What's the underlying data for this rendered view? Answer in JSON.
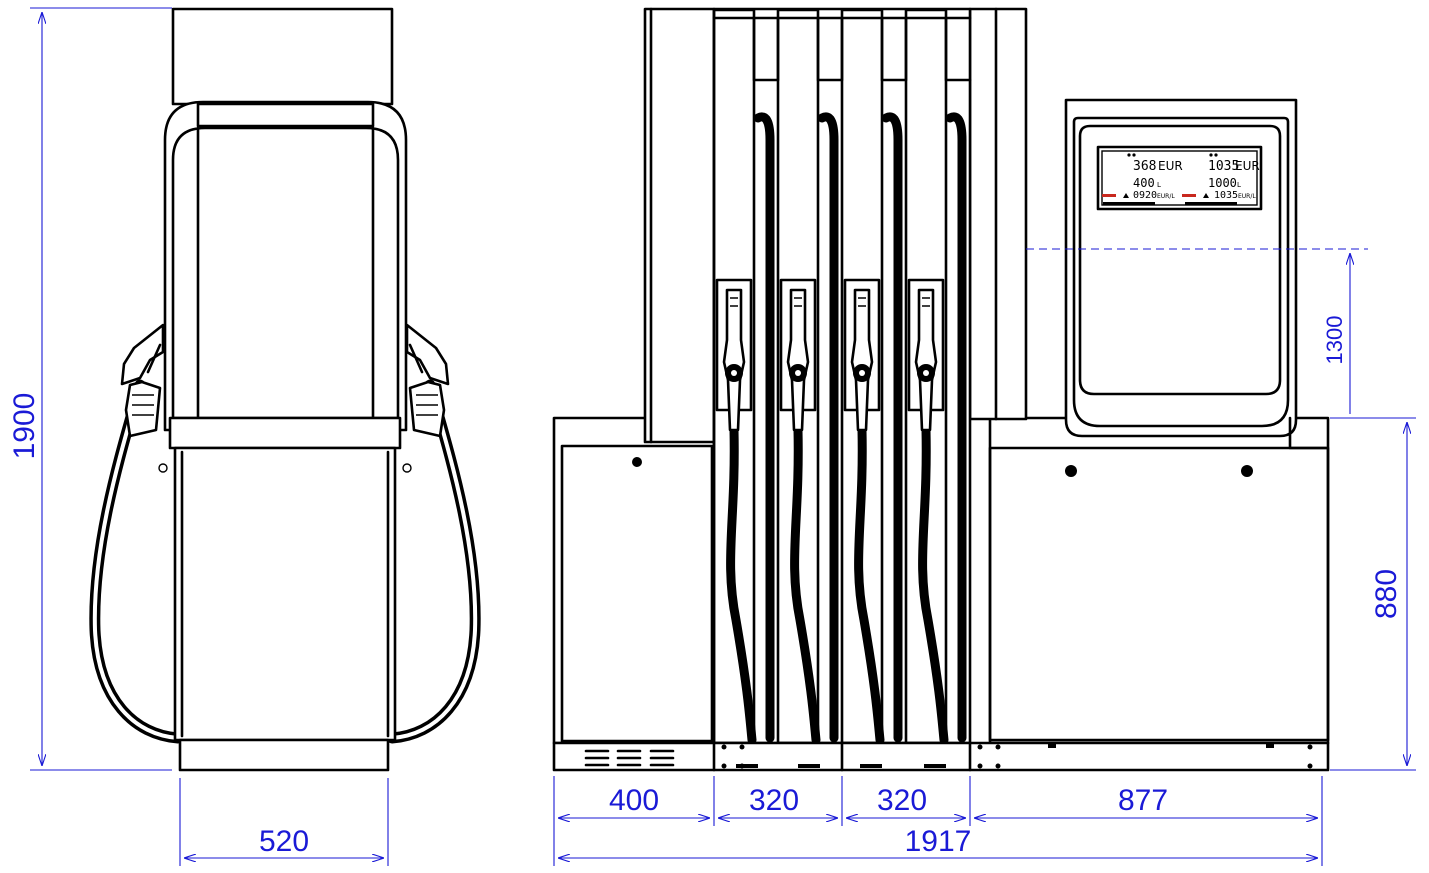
{
  "dimensions": {
    "height_total": "1900",
    "width_side": "520",
    "seg_1": "400",
    "seg_2": "320",
    "seg_3": "320",
    "seg_4": "877",
    "total_width": "1917",
    "display_height": "1300",
    "cabinet_height": "880"
  },
  "display": {
    "amount_left": "368",
    "amount_left_unit": "EUR",
    "amount_right": "1035",
    "amount_right_unit": "EUR",
    "volume_left": "400",
    "volume_left_unit": "L",
    "volume_right": "1000",
    "volume_right_unit": "L",
    "price_left": "0920",
    "price_left_unit": "EUR/L",
    "price_right": "1035",
    "price_right_unit": "EUR/L"
  },
  "colors": {
    "dimension_line": "#1a1ad6",
    "outline": "#000000",
    "display_accent": "#c8281e"
  }
}
